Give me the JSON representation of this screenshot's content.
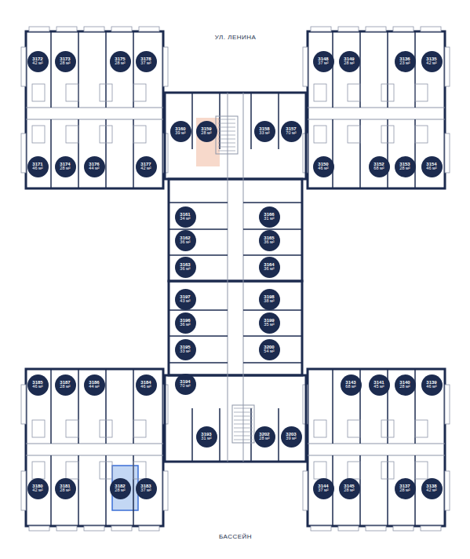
{
  "diagram": {
    "nodes": [
      {
        "text": [
          "3172",
          "42 м²"
        ]
      },
      {
        "text": [
          "3173",
          "28 м²"
        ]
      },
      {
        "text": [
          "3175",
          "28 м²"
        ]
      },
      {
        "text": [
          "3178",
          "37 м²"
        ]
      },
      {
        "text": [
          "3148",
          "37 м²"
        ]
      },
      {
        "text": [
          "3149",
          "28 м²"
        ]
      },
      {
        "text": [
          "3136",
          "23 м²"
        ]
      },
      {
        "text": [
          "3135",
          "42 м²"
        ]
      },
      {
        "text": [
          "3160",
          "39 м²"
        ]
      },
      {
        "text": [
          "3159",
          "28 м²"
        ]
      },
      {
        "text": [
          "3158",
          "33 м²"
        ]
      },
      {
        "text": [
          "3157",
          "70 м²"
        ]
      },
      {
        "text": [
          "3171",
          "46 м²"
        ]
      },
      {
        "text": [
          "3174",
          "28 м²"
        ]
      },
      {
        "text": [
          "3176",
          "44 м²"
        ]
      },
      {
        "text": [
          "3177",
          "42 м²"
        ]
      },
      {
        "text": [
          "3150",
          "46 м²"
        ]
      },
      {
        "text": [
          "3152",
          "68 м²"
        ]
      },
      {
        "text": [
          "3153",
          "28 м²"
        ]
      },
      {
        "text": [
          "3154",
          "46 м²"
        ]
      },
      {
        "text": [
          "3161",
          "34 м²"
        ]
      },
      {
        "text": [
          "3166",
          "31 м²"
        ]
      },
      {
        "text": [
          "3162",
          "36 м²"
        ]
      },
      {
        "text": [
          "3165",
          "36 м²"
        ]
      },
      {
        "text": [
          "3163",
          "36 м²"
        ]
      },
      {
        "text": [
          "3164",
          "36 м²"
        ]
      },
      {
        "text": [
          "3197",
          "43 м²"
        ]
      },
      {
        "text": [
          "3198",
          "38 м²"
        ]
      },
      {
        "text": [
          "3196",
          "36 м²"
        ]
      },
      {
        "text": [
          "3199",
          "35 м²"
        ]
      },
      {
        "text": [
          "3195",
          "33 м²"
        ]
      },
      {
        "text": [
          "3200",
          "54 м²"
        ]
      },
      {
        "text": [
          "3194",
          "70 м²"
        ]
      },
      {
        "text": [
          "3185",
          "46 м²"
        ]
      },
      {
        "text": [
          "3187",
          "28 м²"
        ]
      },
      {
        "text": [
          "3186",
          "44 м²"
        ]
      },
      {
        "text": [
          "3184",
          "46 м²"
        ]
      },
      {
        "text": [
          "3143",
          "68 м²"
        ]
      },
      {
        "text": [
          "3141",
          "45 м²"
        ]
      },
      {
        "text": [
          "3140",
          "28 м²"
        ]
      },
      {
        "text": [
          "3139",
          "46 м²"
        ]
      },
      {
        "text": [
          "3193",
          "31 м²"
        ]
      },
      {
        "text": [
          "3202",
          "28 м²"
        ]
      },
      {
        "text": [
          "3203",
          "39 м²"
        ]
      },
      {
        "text": [
          "3180",
          "42 м²"
        ]
      },
      {
        "text": [
          "3181",
          "28 м²"
        ]
      },
      {
        "text": [
          "3182",
          "28 м²"
        ]
      },
      {
        "text": [
          "3183",
          "37 м²"
        ]
      },
      {
        "text": [
          "3144",
          "37 м²"
        ]
      },
      {
        "text": [
          "3145",
          "28 м²"
        ]
      },
      {
        "text": [
          "3137",
          "28 м²"
        ]
      },
      {
        "text": [
          "3138",
          "42 м²"
        ]
      }
    ],
    "labels": [
      "УЛ. ЛЕНИНА",
      "БАССЕЙН"
    ]
  }
}
